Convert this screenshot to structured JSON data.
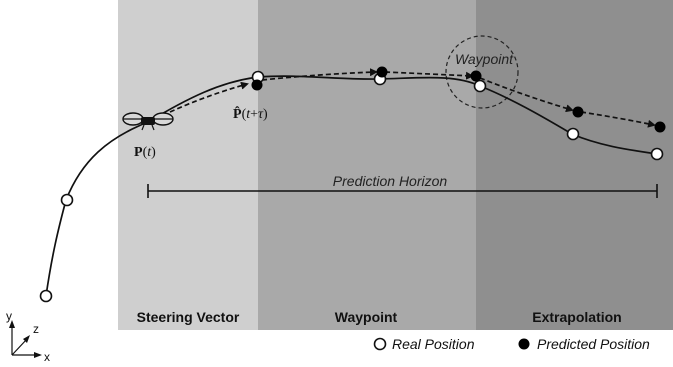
{
  "phases": {
    "steering": "Steering Vector",
    "waypoint": "Waypoint",
    "extrapolation": "Extrapolation"
  },
  "labels": {
    "waypoint_marker": "Waypoint",
    "prediction_horizon": "Prediction Horizon",
    "current_position": "P(t)",
    "predicted_position": "P̂(t+τ)"
  },
  "legend": {
    "real": "Real Position",
    "predicted": "Predicted Position"
  },
  "axes": {
    "x": "x",
    "y": "y",
    "z": "z"
  },
  "colors": {
    "steering_bg": "#cfcfcf",
    "waypoint_bg": "#a9a9a9",
    "extrapolation_bg": "#8f8f8f",
    "line": "#111111",
    "real_fill": "#ffffff",
    "predicted_fill": "#000000"
  },
  "icons": {
    "drone": "quadrotor-drone-icon"
  }
}
